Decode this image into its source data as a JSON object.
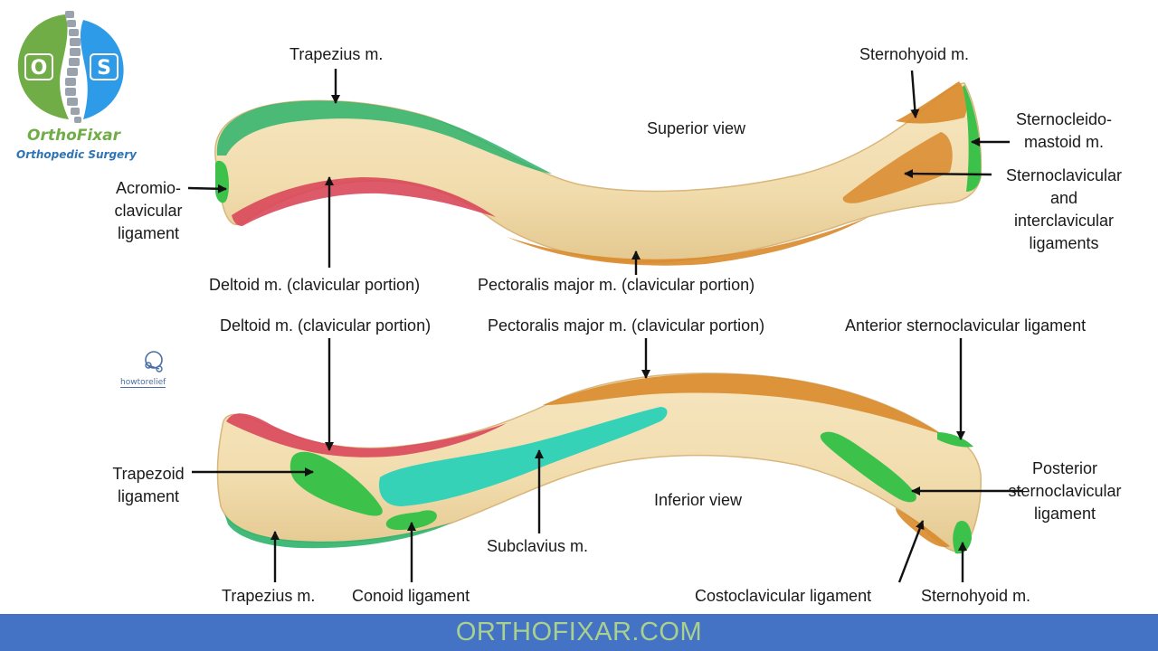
{
  "brand": {
    "name": "OrthoFixar",
    "subtitle": "Orthopedic Surgery",
    "logo_letters": [
      "O",
      "S"
    ],
    "colors": {
      "green": "#70ad47",
      "blue": "#2e9be8"
    }
  },
  "watermark": {
    "text": "howtorelief"
  },
  "superior": {
    "view_title": "Superior view",
    "labels": {
      "trapezius": "Trapezius m.",
      "sternohyoid": "Sternohyoid m.",
      "sternocleidomastoid": "Sternocleido-\nmastoid m.",
      "sternoclavicular": "Sternoclavicular\nand\ninterclavicular\nligaments",
      "acromioclavicular": "Acromio-\nclavicular\nligament",
      "deltoid": "Deltoid m. (clavicular portion)",
      "pectoralis": "Pectoralis major m. (clavicular portion)"
    }
  },
  "inferior": {
    "view_title": "Inferior view",
    "labels": {
      "deltoid": "Deltoid m. (clavicular portion)",
      "pectoralis": "Pectoralis major m. (clavicular portion)",
      "anterior_sc": "Anterior sternoclavicular ligament",
      "trapezoid": "Trapezoid\nligament",
      "posterior_sc": "Posterior\nsternoclavicular\nligament",
      "subclavius": "Subclavius m.",
      "trapezius": "Trapezius m.",
      "conoid": "Conoid ligament",
      "costoclavicular": "Costoclavicular ligament",
      "sternohyoid": "Sternohyoid m."
    }
  },
  "footer": {
    "text": "ORTHOFIXAR.COM"
  },
  "colors": {
    "bone": "#f3dfb3",
    "bone_shade": "#e2c58e",
    "muscle_green": "#2db36b",
    "ligament_green": "#3cc24a",
    "teal": "#35d2b8",
    "red": "#d9485a",
    "orange": "#d98a2b",
    "footer_bg": "#4472c4",
    "footer_text": "#a9d18e"
  }
}
